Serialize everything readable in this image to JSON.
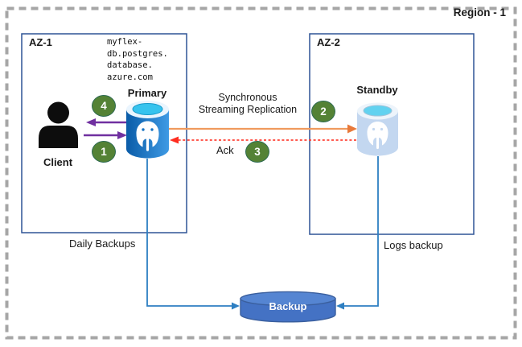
{
  "diagram": {
    "region_label": "Region - 1",
    "zones": {
      "az1_label": "AZ-1",
      "az2_label": "AZ-2"
    },
    "nodes": {
      "client_label": "Client",
      "primary_label": "Primary",
      "primary_hostname": "myflex-\ndb.postgres.\ndatabase.\nazure.com",
      "standby_label": "Standby",
      "backup_label": "Backup"
    },
    "flows": {
      "replication_label": "Synchronous\nStreaming Replication",
      "ack_label": "Ack",
      "daily_backups_label": "Daily Backups",
      "logs_backup_label": "Logs backup",
      "step_1": "1",
      "step_2": "2",
      "step_3": "3",
      "step_4": "4"
    },
    "colors": {
      "region_border": "#a6a6a6",
      "zone_border": "#2f5496",
      "step_badge_green": "#548235",
      "client_request_purple": "#7030a0",
      "replication_orange": "#ed7d31",
      "ack_red": "#ff3b30",
      "backup_line_blue": "#2e7fc2",
      "backup_cylinder_blue": "#4472c4",
      "primary_cylinder_blue": "#1773c4",
      "standby_cylinder_blue": "#c3d7f0",
      "postgres_cyan_top": "#36c3ee"
    }
  }
}
